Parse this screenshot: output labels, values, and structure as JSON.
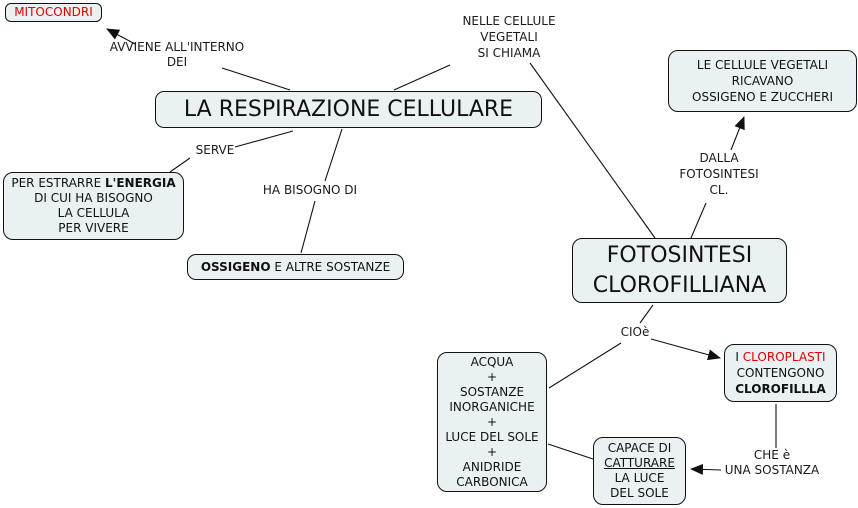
{
  "colors": {
    "node_fill": "#eaf1f2",
    "node_border": "#111111",
    "line_color": "#111111",
    "red_text": "#e60000"
  },
  "nodes": {
    "mitocondri": {
      "label": "MITOCONDRI"
    },
    "respirazione": {
      "label": "LA RESPIRAZIONE CELLULARE"
    },
    "energia": {
      "l1a": "PER ESTRARRE",
      "l1b": "L'ENERGIA",
      "l2": "DI CUI HA BISOGNO",
      "l3": "LA CELLULA",
      "l4": "PER VIVERE"
    },
    "ossigeno": {
      "l1a": "OSSIGENO",
      "l1b": "E ALTRE SOSTANZE"
    },
    "le_cellule": {
      "l1": "LE CELLULE VEGETALI",
      "l2": "RICAVANO",
      "l3": "OSSIGENO E ZUCCHERI"
    },
    "fotosintesi": {
      "l1": "FOTOSINTESI",
      "l2": "CLOROFILLIANA"
    },
    "cloroplasti": {
      "l1a": "I",
      "l1b": "CLOROPLASTI",
      "l2": "CONTENGONO",
      "l3": "CLOROFILLLA"
    },
    "acqua": {
      "l1": "ACQUA",
      "l2": "+",
      "l3": "SOSTANZE",
      "l4": "INORGANICHE",
      "l5": "+",
      "l6": "LUCE DEL SOLE",
      "l7": "+",
      "l8": "ANIDRIDE",
      "l9": "CARBONICA"
    },
    "capace": {
      "l1": "CAPACE DI",
      "l2": "CATTURARE",
      "l3": "LA LUCE",
      "l4": "DEL SOLE"
    }
  },
  "labels": {
    "avviene": {
      "l1": "AVVIENE ALL'INTERNO",
      "l2": "DEI"
    },
    "serve": {
      "label": "SERVE"
    },
    "ha_bisogno": {
      "label": "HA BISOGNO DI"
    },
    "nelle_cellule": {
      "l1": "NELLE CELLULE",
      "l2": "VEGETALI",
      "l3": "SI CHIAMA"
    },
    "dalla": {
      "l1": "DALLA",
      "l2": "FOTOSINTESI",
      "l3": "CL."
    },
    "cioe": {
      "label": "CIOè"
    },
    "che_e": {
      "l1": "CHE è",
      "l2": "UNA SOSTANZA"
    }
  }
}
